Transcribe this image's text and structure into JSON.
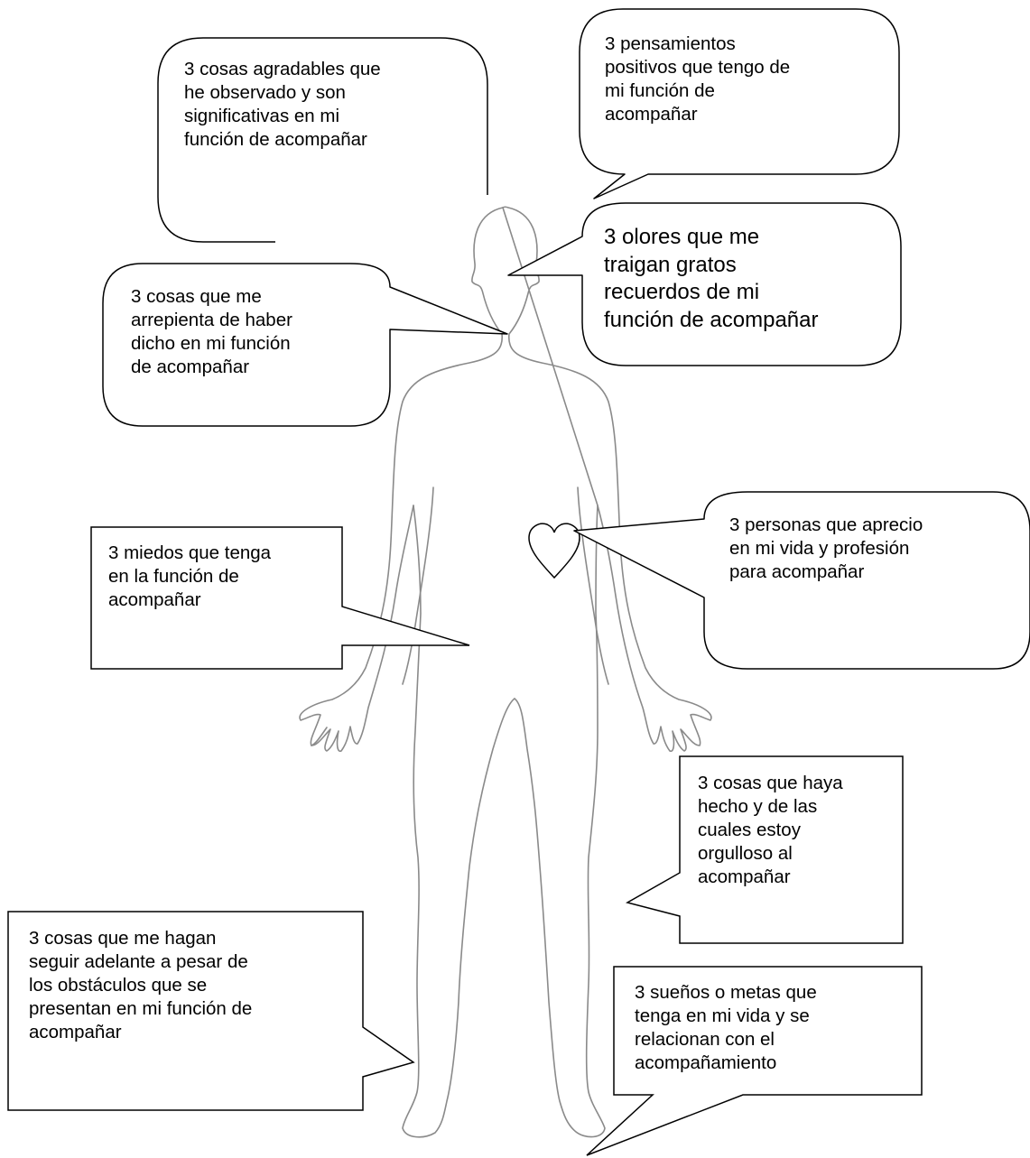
{
  "bubbles": {
    "agradables": "3 cosas agradables que\nhe observado y son\nsignificativas en mi\nfunción de acompañar",
    "pensamientos": "3 pensamientos\npositivos que tengo de\nmi función de\nacompañar",
    "olores": "3 olores que me\ntraigan gratos\nrecuerdos de mi\nfunción de acompañar",
    "arrepentimientos": "3 cosas que me\narrepienta de haber\ndicho en mi función\nde acompañar",
    "personas": "3 personas que aprecio\nen mi vida y profesión\npara acompañar",
    "miedos": "3 miedos que tenga\nen la función de\nacompañar",
    "orgullo": "3 cosas que haya\nhecho y de las\ncuales estoy\norgulloso al\nacompañar",
    "seguir_adelante": "3 cosas que me hagan\nseguir adelante a pesar de\nlos obstáculos que se\npresentan en mi función de\nacompañar",
    "suenos": "3 sueños o metas que\ntenga en mi vida y se\nrelacionan con el\nacompañamiento"
  },
  "icons": {
    "body": "human-body-outline",
    "heart": "heart-outline"
  }
}
